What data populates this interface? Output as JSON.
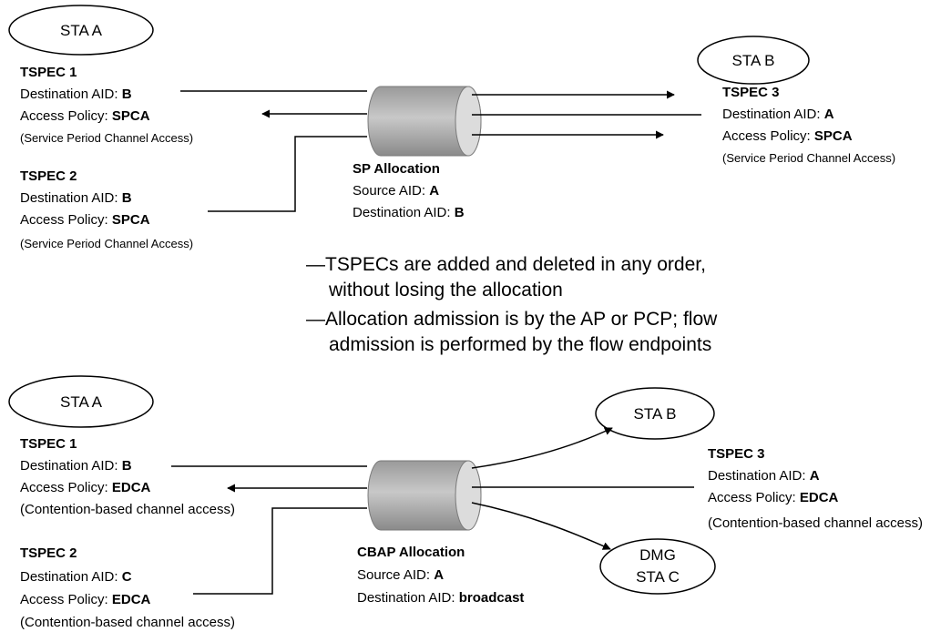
{
  "top": {
    "sta_a": "STA A",
    "sta_b": "STA B",
    "tspec1": {
      "title": "TSPEC 1",
      "dest_label": "Destination AID: ",
      "dest_value": "B",
      "policy_label": "Access Policy: ",
      "policy_value": "SPCA",
      "note": "(Service Period Channel Access)"
    },
    "tspec2": {
      "title": "TSPEC 2",
      "dest_label": "Destination AID: ",
      "dest_value": "B",
      "policy_label": "Access Policy: ",
      "policy_value": "SPCA",
      "note": "(Service Period Channel Access)"
    },
    "tspec3": {
      "title": "TSPEC 3",
      "dest_label": "Destination AID: ",
      "dest_value": "A",
      "policy_label": "Access Policy: ",
      "policy_value": "SPCA",
      "note": "(Service Period Channel Access)"
    },
    "alloc": {
      "title": "SP Allocation",
      "src_label": "Source AID: ",
      "src_value": "A",
      "dest_label": "Destination AID: ",
      "dest_value": "B"
    }
  },
  "notes": {
    "line1": "—TSPECs are added and deleted in any order,",
    "line2": "without losing the allocation",
    "line3": "—Allocation admission is by the AP or PCP; flow",
    "line4": "admission is performed by the flow endpoints"
  },
  "bottom": {
    "sta_a": "STA A",
    "sta_b": "STA B",
    "sta_c_line1": "DMG",
    "sta_c_line2": "STA C",
    "tspec1": {
      "title": "TSPEC 1",
      "dest_label": "Destination AID: ",
      "dest_value": "B",
      "policy_label": "Access Policy: ",
      "policy_value": "EDCA",
      "note": "(Contention-based channel access)"
    },
    "tspec2": {
      "title": "TSPEC 2",
      "dest_label": "Destination AID: ",
      "dest_value": "C",
      "policy_label": "Access Policy: ",
      "policy_value": "EDCA",
      "note": "(Contention-based channel access)"
    },
    "tspec3": {
      "title": "TSPEC 3",
      "dest_label": "Destination AID: ",
      "dest_value": "A",
      "policy_label": "Access Policy: ",
      "policy_value": "EDCA",
      "note": "(Contention-based channel access)"
    },
    "alloc": {
      "title": "CBAP Allocation",
      "src_label": "Source AID: ",
      "src_value": "A",
      "dest_label": "Destination AID: ",
      "dest_value": "broadcast"
    }
  },
  "colors": {
    "cylinder_dark": "#8c8c8c",
    "cylinder_light": "#e8e8e8",
    "cylinder_face": "#d9d9d9"
  }
}
